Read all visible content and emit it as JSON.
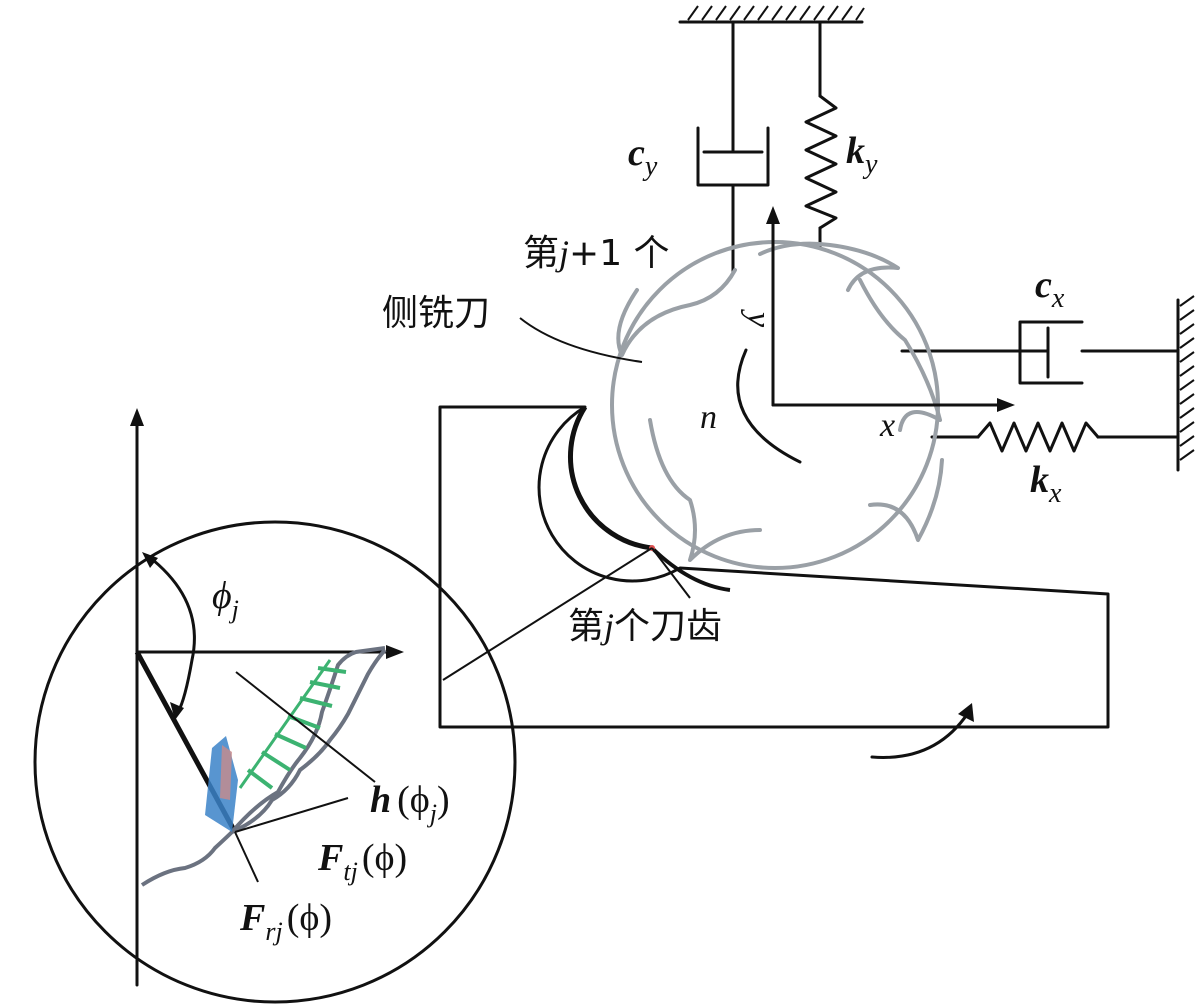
{
  "labels": {
    "cutter_name": "侧铣刀",
    "tooth_j1_prefix": "第",
    "tooth_j1_var": "j",
    "tooth_j1_suffix": "+1 个",
    "tooth_j_prefix": "第",
    "tooth_j_var": "j",
    "tooth_j_suffix": "个刀齿",
    "axis_x": "x",
    "axis_y": "y",
    "spin": "n",
    "damper_y": "c",
    "damper_y_sub": "y",
    "spring_y": "k",
    "spring_y_sub": "y",
    "damper_x": "c",
    "damper_x_sub": "x",
    "spring_x": "k",
    "spring_x_sub": "x",
    "angle": "ϕ",
    "angle_sub": "j",
    "chip": "h",
    "chip_arg": "(ϕ",
    "chip_arg_sub": "j",
    "chip_close": ")",
    "force_t": "F",
    "force_t_sub": "tj",
    "force_t_arg": "(ϕ)",
    "force_r": "F",
    "force_r_sub": "rj",
    "force_r_arg": "(ϕ)"
  },
  "colors": {
    "stroke": "#111111",
    "cutter": "#9aa0a6",
    "chip_hatch": "#3cb371",
    "insert": "#3b82c8"
  }
}
